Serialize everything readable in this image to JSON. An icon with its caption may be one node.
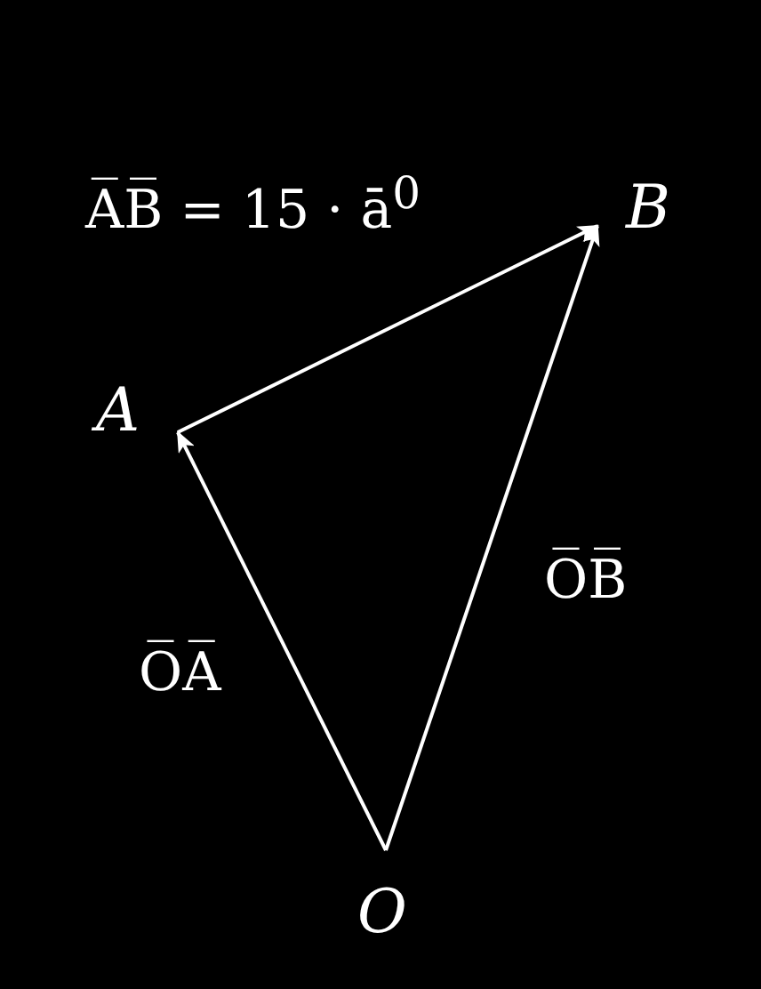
{
  "diagram": {
    "nodes": [
      {
        "text": [
          "B"
        ]
      },
      {
        "text": [
          "A"
        ]
      },
      {
        "text": [
          "O"
        ]
      }
    ],
    "edges": [
      {
        "from": 1,
        "to": 0,
        "arrow": "to",
        "label": "A̅B̅ = 15 · ā$^{0}$"
      },
      {
        "from": 2,
        "to": 1,
        "arrow": "to",
        "label": "O̅A̅"
      },
      {
        "from": 2,
        "to": 0,
        "arrow": "to",
        "label": "O̅B̅"
      }
    ]
  }
}
